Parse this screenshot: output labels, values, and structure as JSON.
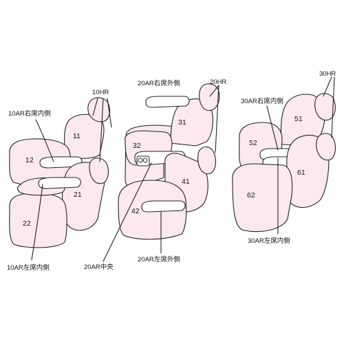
{
  "labels": {
    "hr10": "10HR",
    "ar10_right_inner": "10AR右席内側",
    "ar10_left_inner": "10AR左席内側",
    "hr20": "20HR",
    "ar20_right_outer": "20AR右席外側",
    "ar20_center": "20AR中央",
    "ar20_left_outer": "20AR左席外側",
    "hr30": "30HR",
    "ar30_right_inner": "30AR右席内側",
    "ar30_left_inner": "30AR左席内側"
  },
  "parts": {
    "p11": "11",
    "p12": "12",
    "p21": "21",
    "p22": "22",
    "p31": "31",
    "p32": "32",
    "p41": "41",
    "p42": "42",
    "p51": "51",
    "p52": "52",
    "p61": "61",
    "p62": "62"
  },
  "colors": {
    "fill": "#fbe9ef",
    "stroke": "#222222",
    "background": "#ffffff"
  }
}
